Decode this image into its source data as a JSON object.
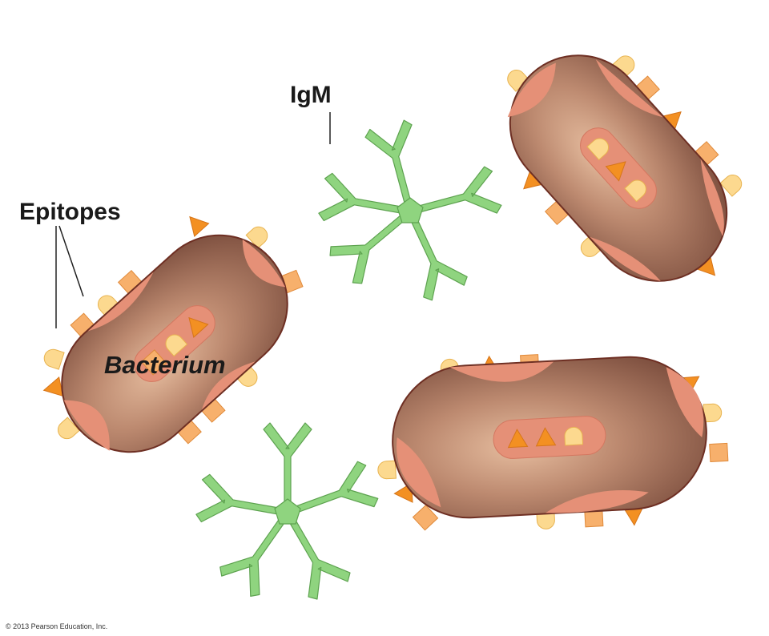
{
  "labels": {
    "igm": "IgM",
    "epitopes": "Epitopes",
    "bacterium": "Bacterium"
  },
  "copyright": "© 2013 Pearson Education, Inc.",
  "colors": {
    "bacterium_body": "#8f5f4b",
    "bacterium_highlight": "#e2b596",
    "bacterium_outline": "#6e2f23",
    "membrane_patch": "#e59077",
    "antibody": "#8fd47f",
    "antibody_outline": "#5da24f",
    "epitope_square": "#f7b06c",
    "epitope_triangle": "#f39022",
    "epitope_semicircle": "#fcd98f",
    "leader_line": "#222222"
  },
  "icons": [
    "bacterium-cell",
    "igm-pentamer",
    "epitope-square",
    "epitope-triangle",
    "epitope-semicircle"
  ]
}
